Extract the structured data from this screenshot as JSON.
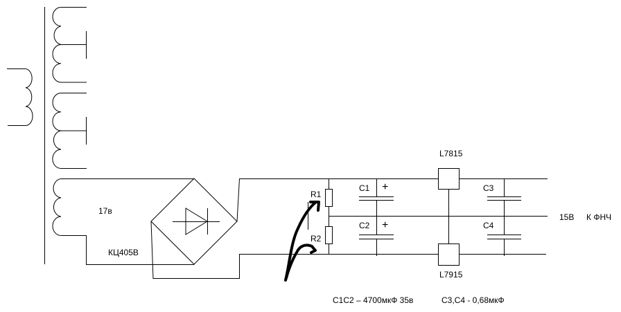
{
  "labels": {
    "secondary_voltage": "17в",
    "bridge": "КЦ405В",
    "r1": "R1",
    "r2": "R2",
    "c1": "C1",
    "c2": "C2",
    "c3": "C3",
    "c4": "C4",
    "reg_pos": "L7815",
    "reg_neg": "L7915",
    "output_voltage": "15В",
    "output_dest": "К ФНЧ",
    "note_c1c2": "С1С2 – 4700мкФ 35в",
    "note_c3c4": "С3,С4 - 0,68мкФ",
    "plus": "+"
  },
  "colors": {
    "line": "#000000",
    "background": "#ffffff"
  }
}
